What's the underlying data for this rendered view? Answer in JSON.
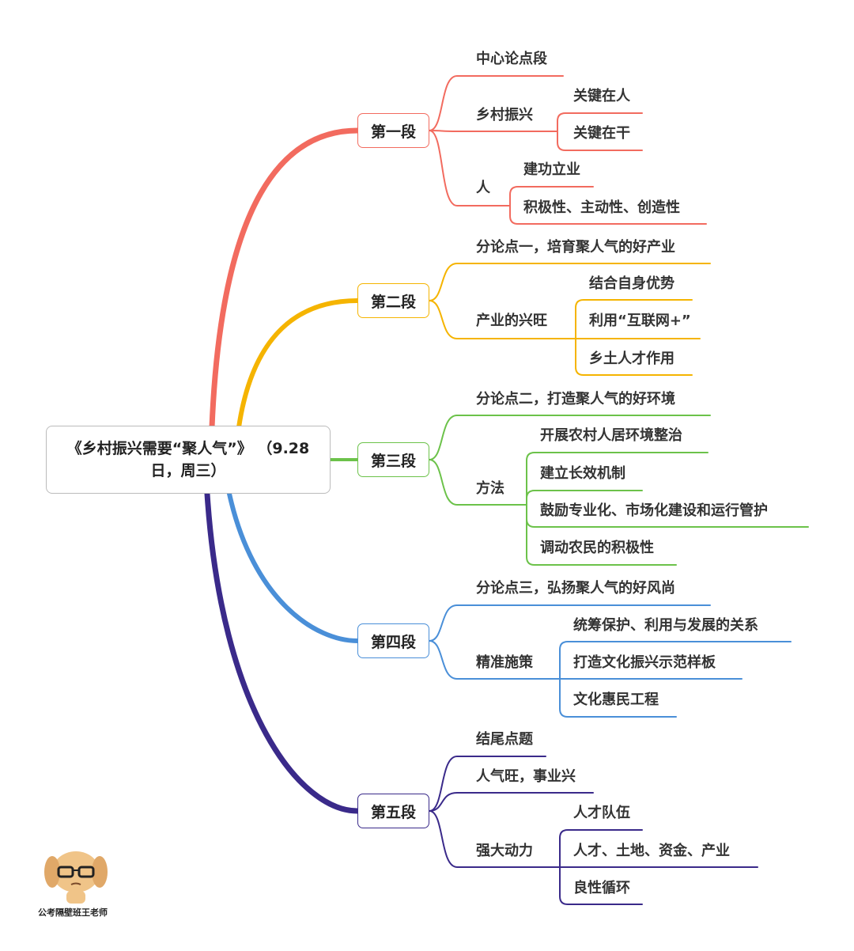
{
  "title": "《乡村振兴需要“聚人气”》 （9.28日，周三）",
  "colors": [
    "#f26b5f",
    "#f5b400",
    "#6cc24a",
    "#4a8fd8",
    "#3a2a8a"
  ],
  "sections": [
    {
      "label": "第一段",
      "children": [
        {
          "label": "中心论点段"
        },
        {
          "label": "乡村振兴",
          "children": [
            {
              "label": "关键在人"
            },
            {
              "label": "关键在干"
            }
          ]
        },
        {
          "label": "人",
          "children": [
            {
              "label": "建功立业"
            },
            {
              "label": "积极性、主动性、创造性"
            }
          ]
        }
      ]
    },
    {
      "label": "第二段",
      "children": [
        {
          "label": "分论点一，培育聚人气的好产业"
        },
        {
          "label": "产业的兴旺",
          "children": [
            {
              "label": "结合自身优势"
            },
            {
              "label": "利用“互联网+”"
            },
            {
              "label": "乡土人才作用"
            }
          ]
        }
      ]
    },
    {
      "label": "第三段",
      "children": [
        {
          "label": "分论点二，打造聚人气的好环境"
        },
        {
          "label": "方法",
          "children": [
            {
              "label": "开展农村人居环境整治"
            },
            {
              "label": "建立长效机制"
            },
            {
              "label": "鼓励专业化、市场化建设和运行管护"
            },
            {
              "label": "调动农民的积极性"
            }
          ]
        }
      ]
    },
    {
      "label": "第四段",
      "children": [
        {
          "label": "分论点三，弘扬聚人气的好风尚"
        },
        {
          "label": "精准施策",
          "children": [
            {
              "label": "统筹保护、利用与发展的关系"
            },
            {
              "label": "打造文化振兴示范样板"
            },
            {
              "label": "文化惠民工程"
            }
          ]
        }
      ]
    },
    {
      "label": "第五段",
      "children": [
        {
          "label": "结尾点题"
        },
        {
          "label": "人气旺，事业兴"
        },
        {
          "label": "强大动力",
          "children": [
            {
              "label": "人才队伍"
            },
            {
              "label": "人才、土地、资金、产业"
            },
            {
              "label": "良性循环"
            }
          ]
        }
      ]
    }
  ],
  "watermark": {
    "caption": "公考隔壁班王老师",
    "icon": "dog-mascot-icon"
  }
}
